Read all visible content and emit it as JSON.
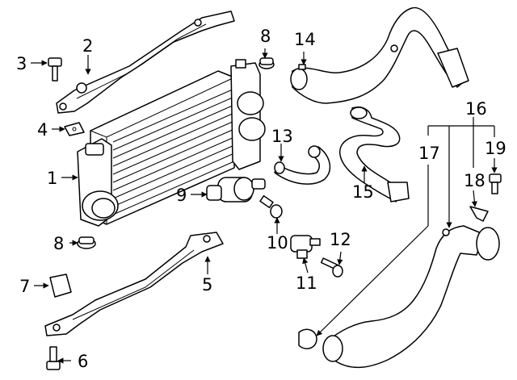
{
  "callouts": {
    "c1": "1",
    "c2": "2",
    "c3": "3",
    "c4": "4",
    "c5": "5",
    "c6": "6",
    "c7": "7",
    "c8a": "8",
    "c8b": "8",
    "c9": "9",
    "c10": "10",
    "c11": "11",
    "c12": "12",
    "c13": "13",
    "c14": "14",
    "c15": "15",
    "c16": "16",
    "c17": "17",
    "c18": "18",
    "c19": "19"
  }
}
